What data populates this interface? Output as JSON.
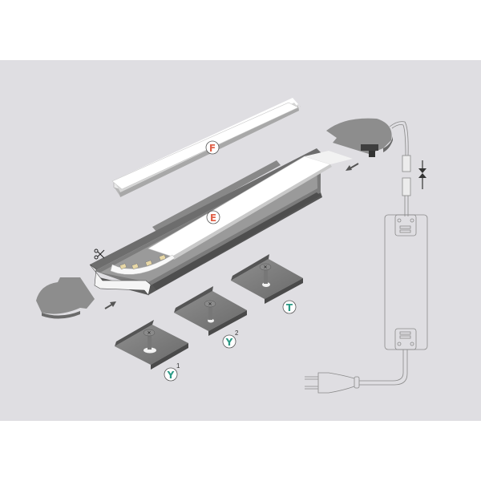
{
  "diagram": {
    "title": "LED aluminium recessed profile assembly (exploded view)",
    "background_color": "#dfdee2",
    "components": [
      {
        "id": "F",
        "label": "F",
        "description": "Diffuser cover (top)",
        "color": "#e0624a"
      },
      {
        "id": "E",
        "label": "E",
        "description": "Diffuser cover (inserted)",
        "color": "#e0624a"
      },
      {
        "id": "Y1",
        "label": "Y",
        "superscript": "1",
        "description": "Mounting bracket with slot hole",
        "color": "#2a9a86"
      },
      {
        "id": "Y2",
        "label": "Y",
        "superscript": "2",
        "description": "Mounting bracket with round hole",
        "color": "#2a9a86"
      },
      {
        "id": "T",
        "label": "T",
        "description": "Mounting bracket with screw",
        "color": "#2a9a86"
      }
    ],
    "parts": [
      "aluminium-profile",
      "led-strip",
      "end-cap-left",
      "end-cap-right-with-cable",
      "connector",
      "power-supply",
      "euro-plug"
    ],
    "icons": [
      "scissors-icon",
      "arrow-insert-icon",
      "arrow-connect-icon"
    ]
  }
}
